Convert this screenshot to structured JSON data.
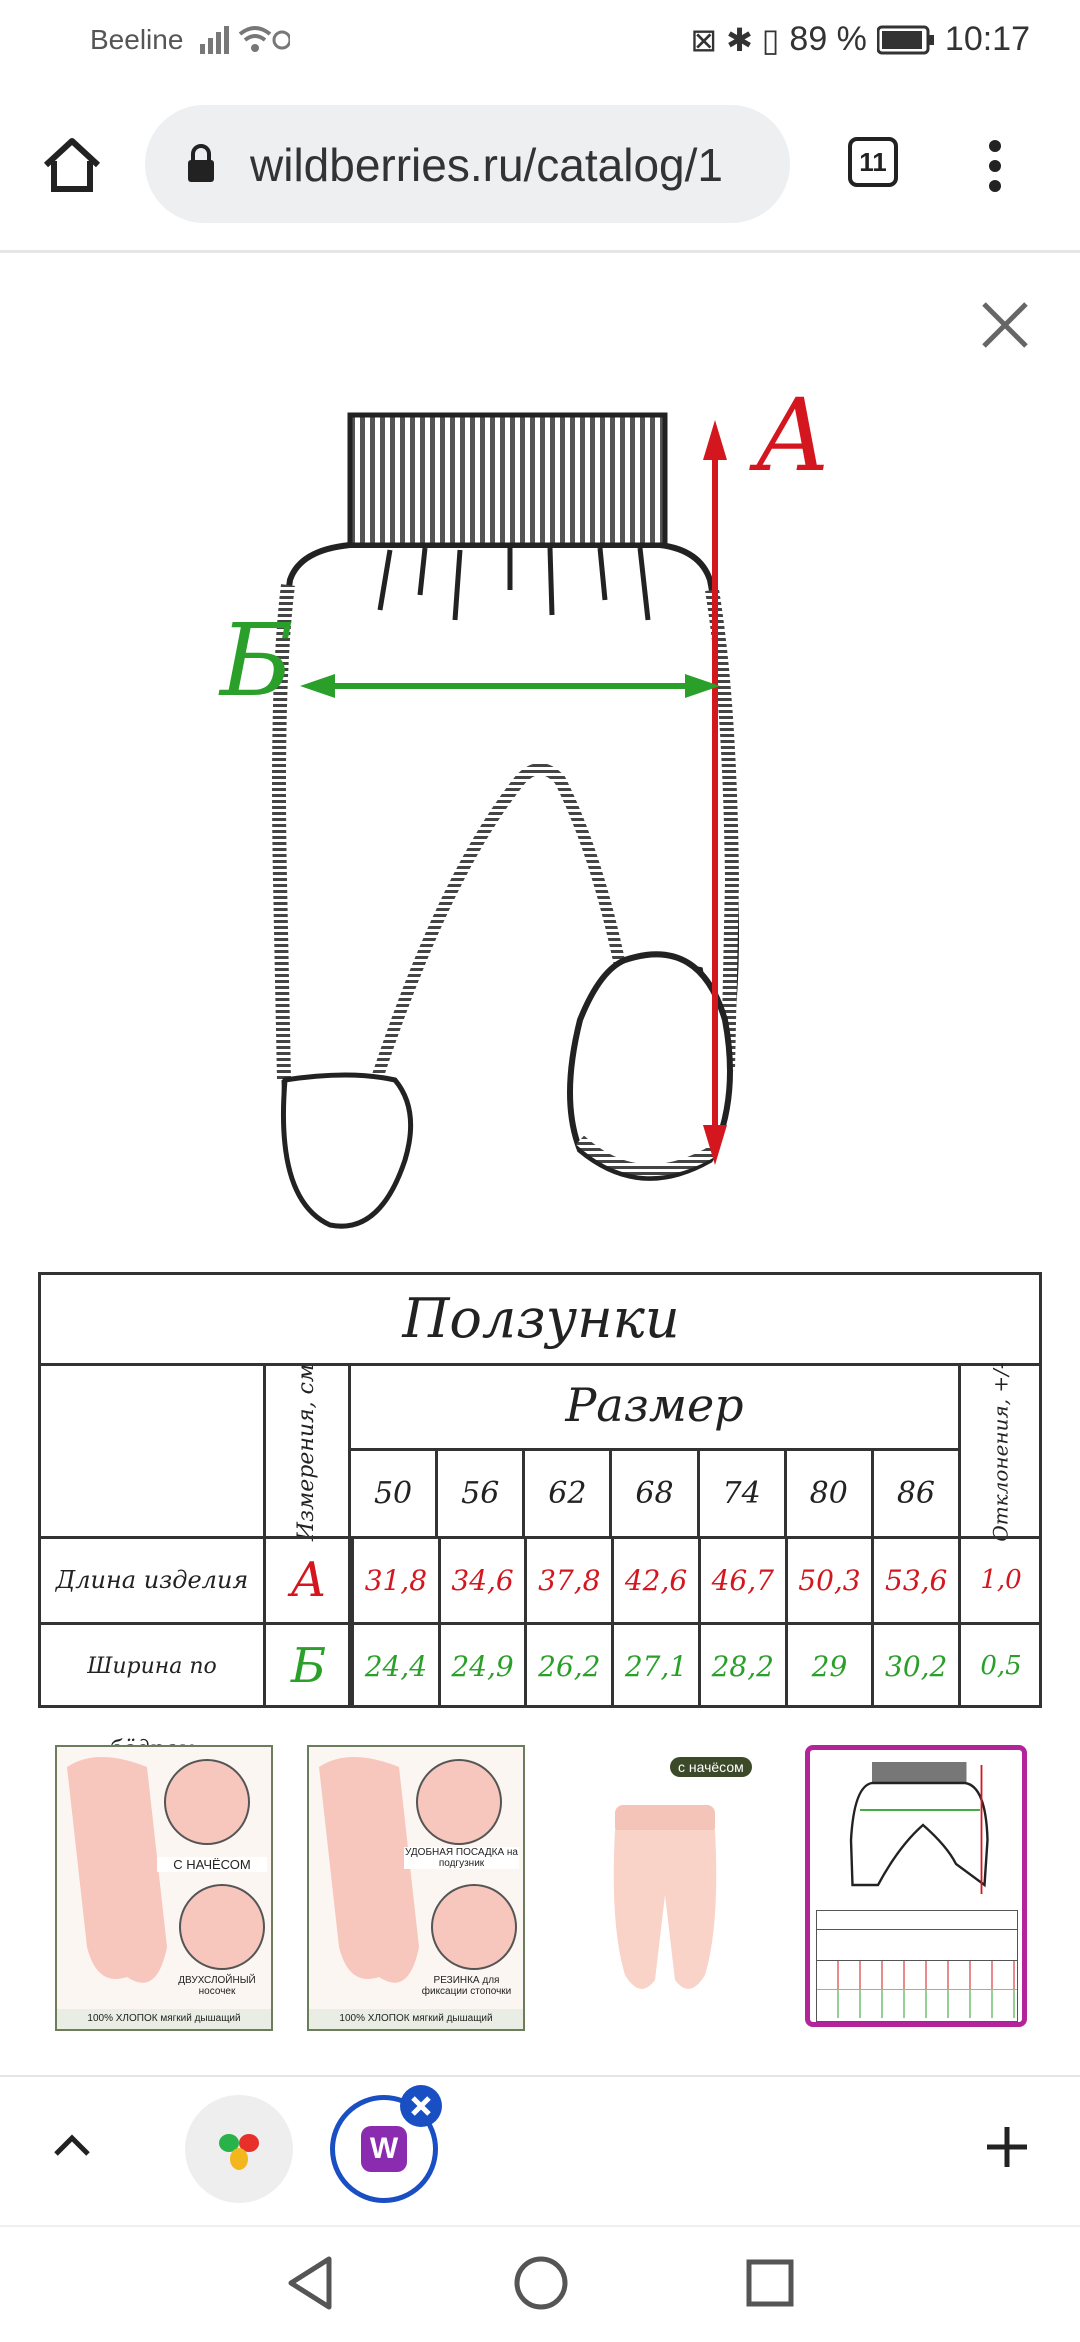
{
  "status_bar": {
    "carrier": "Beeline",
    "battery": "89 %",
    "time": "10:17"
  },
  "browser": {
    "url": "wildberries.ru/catalog/1",
    "tab_count": "11"
  },
  "diagram": {
    "label_a": "А",
    "label_b": "Б"
  },
  "size_table": {
    "title": "Ползунки",
    "measure_header": "Измерения, см",
    "size_header": "Размер",
    "deviation_header": "Отклонения, +/-",
    "sizes": [
      "50",
      "56",
      "62",
      "68",
      "74",
      "80",
      "86"
    ],
    "rows": [
      {
        "name": "Длина изделия",
        "mark": "А",
        "values": [
          "31,8",
          "34,6",
          "37,8",
          "42,6",
          "46,7",
          "50,3",
          "53,6"
        ],
        "deviation": "1,0",
        "color": "#d4171f"
      },
      {
        "name": "Ширина по бёдрам",
        "mark": "Б",
        "values": [
          "24,4",
          "24,9",
          "26,2",
          "27,1",
          "28,2",
          "29",
          "30,2"
        ],
        "deviation": "0,5",
        "color": "#2aa02a"
      }
    ]
  },
  "thumbnails": [
    {
      "label_top": "С НАЧЁСОМ",
      "label_bottom": "ДВУХСЛОЙНЫЙ носочек",
      "footer": "100% ХЛОПОК мягкий дышащий"
    },
    {
      "label_top": "УДОБНАЯ ПОСАДКА на подгузник",
      "label_bottom": "РЕЗИНКА для фиксации стопочки",
      "footer": "100% ХЛОПОК мягкий дышащий"
    },
    {
      "badge": "с начёсом"
    },
    {
      "selected": true
    }
  ],
  "colors": {
    "accent_selected": "#b3249b",
    "red": "#d4171f",
    "green": "#2aa02a",
    "tab_active": "#1a4fc4"
  }
}
